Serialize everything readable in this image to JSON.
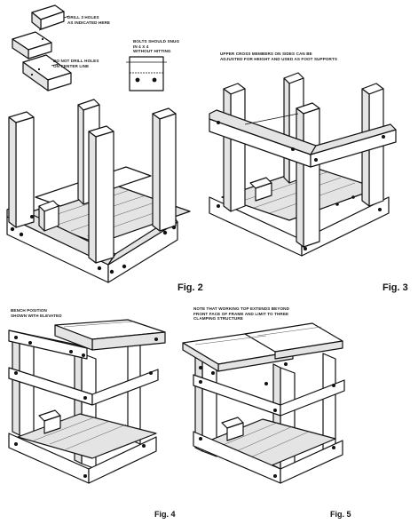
{
  "notes": {
    "drill_holes": [
      "DRILL 3 HOLES",
      "AS INDICATED HERE"
    ],
    "bolts_snug": [
      "BOLTS SHOULD SNUG",
      "IN 4 x 4",
      "WITHOUT HITTING"
    ],
    "no_center_line": [
      "DO NOT DRILL HOLES",
      "ON CENTER LINE"
    ],
    "upper_cross": [
      "UPPER CROSS MEMBERS ON SIDES CAN BE",
      "ADJUSTED FOR HEIGHT AND USED AS FOOT SUPPORTS"
    ],
    "fig4_note": [
      "BENCH POSITION",
      "SHOWN WITH ELEVATED"
    ],
    "fig5_note": [
      "NOTE THAT WORKING TOP EXTENDS BEYOND",
      "FRONT FACE OF FRAME AND LIMIT TO THREE",
      "CLAMPING STRUCTURE"
    ]
  },
  "figures": {
    "fig2": "Fig. 2",
    "fig3": "Fig. 3",
    "fig4": "Fig. 4",
    "fig5": "Fig. 5"
  }
}
